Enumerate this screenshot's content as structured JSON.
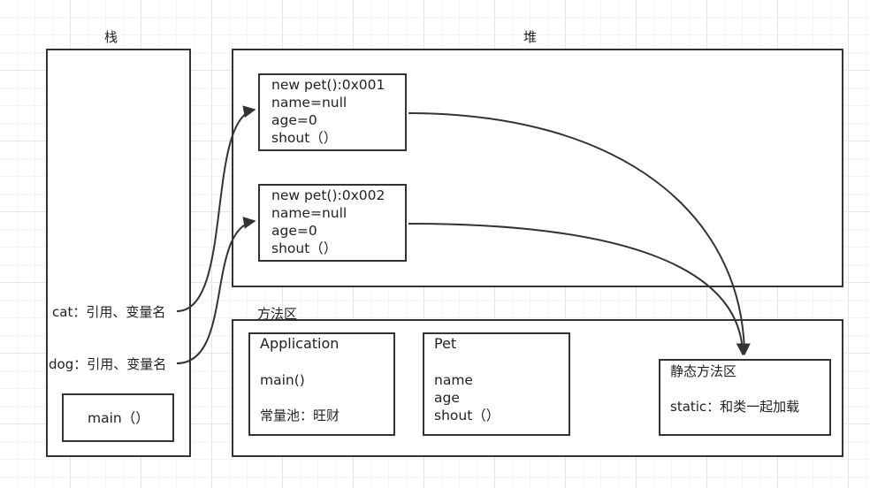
{
  "stack": {
    "title": "栈",
    "cat_label": "cat：引用、变量名",
    "dog_label": "dog：引用、变量名",
    "main_frame": "main（）"
  },
  "heap": {
    "title": "堆",
    "objects": [
      {
        "header": "new pet():0x001",
        "name": "name=null",
        "age": "age=0",
        "method": "shout（）"
      },
      {
        "header": "new pet():0x002",
        "name": "name=null",
        "age": "age=0",
        "method": "shout（）"
      }
    ]
  },
  "method_area": {
    "title": "方法区",
    "application": {
      "title": "Application",
      "method": "main()",
      "constant_pool": "常量池：旺财"
    },
    "pet": {
      "title": "Pet",
      "fields": [
        "name",
        "age",
        "shout（）"
      ]
    },
    "static_area": {
      "title": "静态方法区",
      "note": "static：和类一起加载"
    }
  },
  "colors": {
    "stroke": "#333333",
    "grid": "#e6e6e6"
  }
}
